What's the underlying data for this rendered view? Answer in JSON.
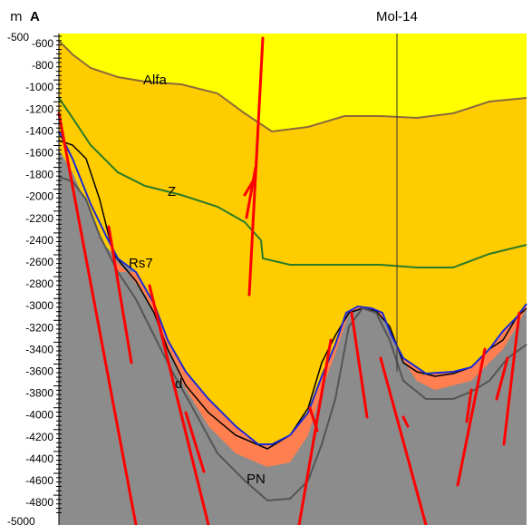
{
  "header": {
    "unit": "m",
    "section_start": "A",
    "well_name": "Mol-14"
  },
  "axis": {
    "label_first": "-500",
    "label_last": "-5000",
    "labels": [
      "-600",
      "-800",
      "-1000",
      "-1200",
      "-1400",
      "-1600",
      "-1800",
      "-2000",
      "-2200",
      "-2400",
      "-2600",
      "-2800",
      "-3000",
      "-3200",
      "-3400",
      "-3600",
      "-3800",
      "-4000",
      "-4200",
      "-4400",
      "-4600",
      "-4800"
    ]
  },
  "horizons": {
    "alfa": "Alfa",
    "z": "Z",
    "rs7": "Rs7",
    "d": "d",
    "pn": "PN"
  },
  "colors": {
    "upper_fill": "#ffff00",
    "middle_fill": "#ffcc00",
    "lower_fill": "#ff7f50",
    "basement": "#8c8c8c",
    "alfa_line": "#8b6a3a",
    "z_line": "#2a7a28",
    "rs7_line": "#1a2bd6",
    "fault": "#ff0000"
  }
}
